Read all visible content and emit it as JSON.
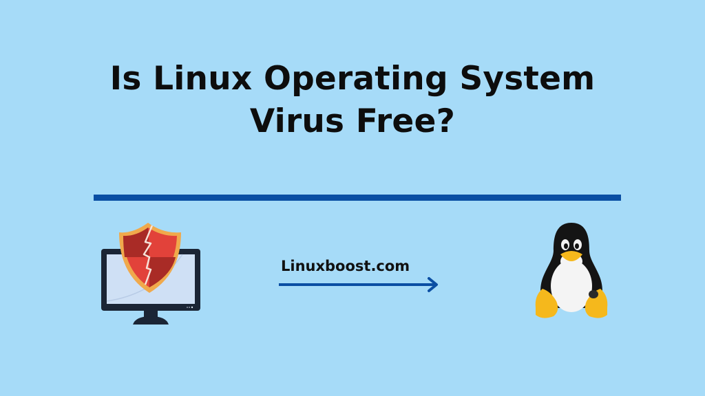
{
  "title": {
    "line1": "Is Linux Operating System",
    "line2": "Virus Free?"
  },
  "site_label": "Linuxboost.com",
  "icons": {
    "left": "broken-shield-monitor-icon",
    "arrow": "arrow-right-icon",
    "right": "tux-penguin-icon"
  },
  "colors": {
    "background": "#a6dbf8",
    "accent": "#0a4ea3",
    "text": "#0d0d0d"
  }
}
